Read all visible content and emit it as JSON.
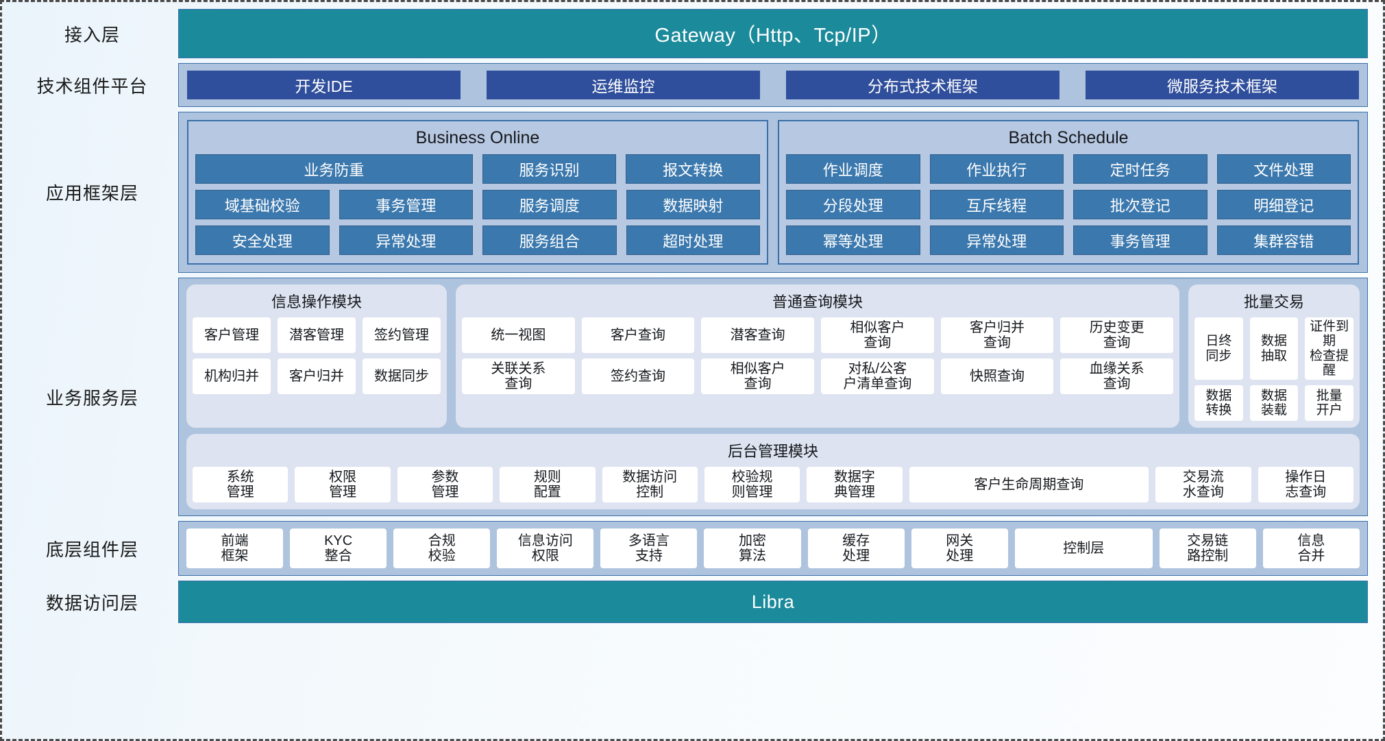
{
  "layers": [
    {
      "label": "接入层"
    },
    {
      "label": "技术组件平台"
    },
    {
      "label": "应用框架层"
    },
    {
      "label": "业务服务层"
    },
    {
      "label": "底层组件层"
    },
    {
      "label": "数据访问层"
    }
  ],
  "gateway": {
    "text": "Gateway（Http、Tcp/IP）"
  },
  "libra": {
    "text": "Libra"
  },
  "tech_platform": {
    "chips": [
      "开发IDE",
      "运维监控",
      "分布式技术框架",
      "微服务技术框架"
    ]
  },
  "app_framework": {
    "panels": [
      {
        "title": "Business Online",
        "rows": [
          [
            {
              "label": "业务防重",
              "span": 2
            },
            {
              "label": "服务识别",
              "span": 1
            },
            {
              "label": "报文转换",
              "span": 1
            }
          ],
          [
            {
              "label": "域基础校验",
              "span": 1
            },
            {
              "label": "事务管理",
              "span": 1
            },
            {
              "label": "服务调度",
              "span": 1
            },
            {
              "label": "数据映射",
              "span": 1
            }
          ],
          [
            {
              "label": "安全处理",
              "span": 1
            },
            {
              "label": "异常处理",
              "span": 1
            },
            {
              "label": "服务组合",
              "span": 1
            },
            {
              "label": "超时处理",
              "span": 1
            }
          ]
        ]
      },
      {
        "title": "Batch Schedule",
        "rows": [
          [
            {
              "label": "作业调度",
              "span": 1
            },
            {
              "label": "作业执行",
              "span": 1
            },
            {
              "label": "定时任务",
              "span": 1
            },
            {
              "label": "文件处理",
              "span": 1
            }
          ],
          [
            {
              "label": "分段处理",
              "span": 1
            },
            {
              "label": "互斥线程",
              "span": 1
            },
            {
              "label": "批次登记",
              "span": 1
            },
            {
              "label": "明细登记",
              "span": 1
            }
          ],
          [
            {
              "label": "幂等处理",
              "span": 1
            },
            {
              "label": "异常处理",
              "span": 1
            },
            {
              "label": "事务管理",
              "span": 1
            },
            {
              "label": "集群容错",
              "span": 1
            }
          ]
        ]
      }
    ]
  },
  "business_service": {
    "modules": [
      {
        "title": "信息操作模块",
        "rows": [
          [
            "客户管理",
            "潜客管理",
            "签约管理"
          ],
          [
            "机构归并",
            "客户归并",
            "数据同步"
          ]
        ]
      },
      {
        "title": "普通查询模块",
        "rows": [
          [
            "统一视图",
            "客户查询",
            "潜客查询",
            "相似客户\n查询",
            "客户归并\n查询",
            "历史变更\n查询"
          ],
          [
            "关联关系\n查询",
            "签约查询",
            "相似客户\n查询",
            "对私/公客\n户清单查询",
            "快照查询",
            "血缘关系\n查询"
          ]
        ]
      },
      {
        "title": "批量交易",
        "rows": [
          [
            "日终\n同步",
            "数据\n抽取",
            "证件到期\n检查提醒"
          ],
          [
            "数据\n转换",
            "数据\n装载",
            "批量\n开户"
          ]
        ]
      }
    ],
    "admin_module": {
      "title": "后台管理模块",
      "cells": [
        {
          "label": "系统\n管理",
          "wide": false
        },
        {
          "label": "权限\n管理",
          "wide": false
        },
        {
          "label": "参数\n管理",
          "wide": false
        },
        {
          "label": "规则\n配置",
          "wide": false
        },
        {
          "label": "数据访问\n控制",
          "wide": false
        },
        {
          "label": "校验规\n则管理",
          "wide": false
        },
        {
          "label": "数据字\n典管理",
          "wide": false
        },
        {
          "label": "客户生命周期查询",
          "wide": true
        },
        {
          "label": "交易流\n水查询",
          "wide": false
        },
        {
          "label": "操作日\n志查询",
          "wide": false
        }
      ]
    }
  },
  "bottom_components": {
    "cells": [
      {
        "label": "前端\n框架",
        "wide": false
      },
      {
        "label": "KYC\n整合",
        "wide": false
      },
      {
        "label": "合规\n校验",
        "wide": false
      },
      {
        "label": "信息访问\n权限",
        "wide": false
      },
      {
        "label": "多语言\n支持",
        "wide": false
      },
      {
        "label": "加密\n算法",
        "wide": false
      },
      {
        "label": "缓存\n处理",
        "wide": false
      },
      {
        "label": "网关\n处理",
        "wide": false
      },
      {
        "label": "控制层",
        "wide": true
      },
      {
        "label": "交易链\n路控制",
        "wide": false
      },
      {
        "label": "信息\n合并",
        "wide": false
      }
    ]
  },
  "colors": {
    "teal": "#1B8A9B",
    "band_blue": "#aec3de",
    "panel_blue": "#b7c8e2",
    "cell_blue": "#3b78AD",
    "chip_navy": "#2F4E9B",
    "module_bg": "#dde3f0",
    "border_blue": "#3a6fa8"
  }
}
